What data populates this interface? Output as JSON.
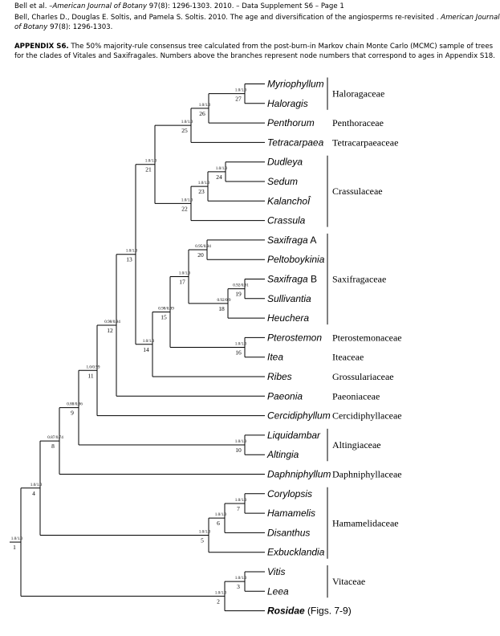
{
  "header": {
    "line1_a": "Bell et al. –",
    "line1_b": "American Journal of Botany",
    "line1_c": " 97(8): 1296-1303. 2010. – Data Supplement S6 – Page 1",
    "line2": "Bell, Charles D., Douglas E. Soltis, and Pamela S. Soltis. 2010. The age and diversification of the angiosperms re-revisited .",
    "line2_ital": " American Journal",
    "line3_ital": "of Botany",
    "line3": " 97(8): 1296-1303.",
    "line4_bold": "APPENDIX S6.",
    "line4": " The 50% majority-rule consensus tree calculated from the post-burn-in Markov chain Monte Carlo (MCMC) sample of trees",
    "line5": "for the clades of Vitales and Saxifragales. Numbers above the branches represent node numbers that correspond to ages in Appendix S18."
  },
  "taxa": [
    {
      "name": "Myriophyllum",
      "bold": false
    },
    {
      "name": "Haloragis",
      "bold": false
    },
    {
      "name": "Penthorum",
      "bold": false
    },
    {
      "name": "Tetracarpaea",
      "bold": false
    },
    {
      "name": "Dudleya",
      "bold": false
    },
    {
      "name": "Sedum",
      "bold": false
    },
    {
      "name": "KalanchoÎ",
      "bold": false
    },
    {
      "name": "Crassula",
      "bold": false
    },
    {
      "name": "Saxifraga",
      "suffix": " A",
      "bold": false
    },
    {
      "name": "Peltoboykinia",
      "bold": false
    },
    {
      "name": "Saxifraga",
      "suffix": " B",
      "bold": false
    },
    {
      "name": "Sullivantia",
      "bold": false
    },
    {
      "name": "Heuchera",
      "bold": false
    },
    {
      "name": "Pterostemon",
      "bold": false
    },
    {
      "name": "Itea",
      "bold": false
    },
    {
      "name": "Ribes",
      "bold": false
    },
    {
      "name": "Paeonia",
      "bold": false
    },
    {
      "name": "Cercidiphyllum",
      "bold": false
    },
    {
      "name": "Liquidambar",
      "bold": false
    },
    {
      "name": "Altingia",
      "bold": false
    },
    {
      "name": "Daphniphyllum",
      "bold": false
    },
    {
      "name": "Corylopsis",
      "bold": false
    },
    {
      "name": "Hamamelis",
      "bold": false
    },
    {
      "name": "Disanthus",
      "bold": false
    },
    {
      "name": "Exbucklandia",
      "bold": false
    },
    {
      "name": "Vitis",
      "bold": false
    },
    {
      "name": "Leea",
      "bold": false
    },
    {
      "name": "Rosidae",
      "suffix": " (Figs. 7-9)",
      "bold": true
    }
  ],
  "families": [
    {
      "name": "Haloragaceae",
      "first": 0,
      "last": 1
    },
    {
      "name": "Penthoraceae",
      "first": 2,
      "last": 2
    },
    {
      "name": "Tetracarpaeaceae",
      "first": 3,
      "last": 3
    },
    {
      "name": "Crassulaceae",
      "first": 4,
      "last": 7
    },
    {
      "name": "Saxifragaceae",
      "first": 8,
      "last": 12
    },
    {
      "name": "Pterostemonaceae",
      "first": 13,
      "last": 13
    },
    {
      "name": "Iteaceae",
      "first": 14,
      "last": 14
    },
    {
      "name": "Grossulariaceae",
      "first": 15,
      "last": 15
    },
    {
      "name": "Paeoniaceae",
      "first": 16,
      "last": 16
    },
    {
      "name": "Cercidiphyllaceae",
      "first": 17,
      "last": 17
    },
    {
      "name": "Altingiaceae",
      "first": 18,
      "last": 19
    },
    {
      "name": "Daphniphyllaceae",
      "first": 20,
      "last": 20
    },
    {
      "name": "Hamamelidaceae",
      "first": 21,
      "last": 24
    },
    {
      "name": "Vitaceae",
      "first": 25,
      "last": 26
    }
  ],
  "nodes": [
    {
      "num": "1",
      "support": "1.0/1.0",
      "children": [
        "n2",
        "n4"
      ]
    },
    {
      "num": "2",
      "support": "1.0/1.0",
      "children": [
        "n3",
        27
      ]
    },
    {
      "num": "3",
      "support": "1.0/1.0",
      "children": [
        25,
        26
      ]
    },
    {
      "num": "4",
      "support": "1.0/1.0",
      "children": [
        "n8",
        "n5"
      ]
    },
    {
      "num": "5",
      "support": "1.0/1.0",
      "children": [
        "n6",
        24
      ]
    },
    {
      "num": "6",
      "support": "1.0/1.0",
      "children": [
        "n7",
        23
      ]
    },
    {
      "num": "7",
      "support": "1.0/1.0",
      "children": [
        21,
        22
      ]
    },
    {
      "num": "8",
      "support": "0.87/0.74",
      "children": [
        "n9",
        20
      ]
    },
    {
      "num": "9",
      "support": "0.88/0.86",
      "children": [
        "n11",
        "n10"
      ]
    },
    {
      "num": "10",
      "support": "1.0/1.0",
      "children": [
        18,
        19
      ]
    },
    {
      "num": "11",
      "support": "1.0/0.99",
      "children": [
        "n12",
        17
      ]
    },
    {
      "num": "12",
      "support": "0.98/0.94",
      "children": [
        "n13",
        16
      ]
    },
    {
      "num": "13",
      "support": "1.0/1.0",
      "children": [
        "n21",
        "n14"
      ]
    },
    {
      "num": "14",
      "support": "1.0/1.0",
      "children": [
        "n15",
        15
      ]
    },
    {
      "num": "15",
      "support": "0.98/0.99",
      "children": [
        "n17",
        "n16"
      ]
    },
    {
      "num": "16",
      "support": "1.0/1.0",
      "children": [
        13,
        14
      ]
    },
    {
      "num": "17",
      "support": "1.0/1.0",
      "children": [
        "n20",
        "n18"
      ]
    },
    {
      "num": "18",
      "support": "0.92/0.9",
      "children": [
        "n19",
        12
      ]
    },
    {
      "num": "19",
      "support": "0.92/0.91",
      "children": [
        10,
        11
      ]
    },
    {
      "num": "20",
      "support": "0.95/0.94",
      "children": [
        8,
        9
      ]
    },
    {
      "num": "21",
      "support": "1.0/1.0",
      "children": [
        "n25",
        "n22"
      ]
    },
    {
      "num": "22",
      "support": "1.0/1.0",
      "children": [
        "n23",
        7
      ]
    },
    {
      "num": "23",
      "support": "1.0/1.0",
      "children": [
        "n24",
        6
      ]
    },
    {
      "num": "24",
      "support": "1.0/1.0",
      "children": [
        4,
        5
      ]
    },
    {
      "num": "25",
      "support": "1.0/1.0",
      "children": [
        "n26",
        3
      ]
    },
    {
      "num": "26",
      "support": "1.0/1.0",
      "children": [
        "n27",
        2
      ]
    },
    {
      "num": "27",
      "support": "1.0/1.0",
      "children": [
        0,
        1
      ]
    }
  ]
}
